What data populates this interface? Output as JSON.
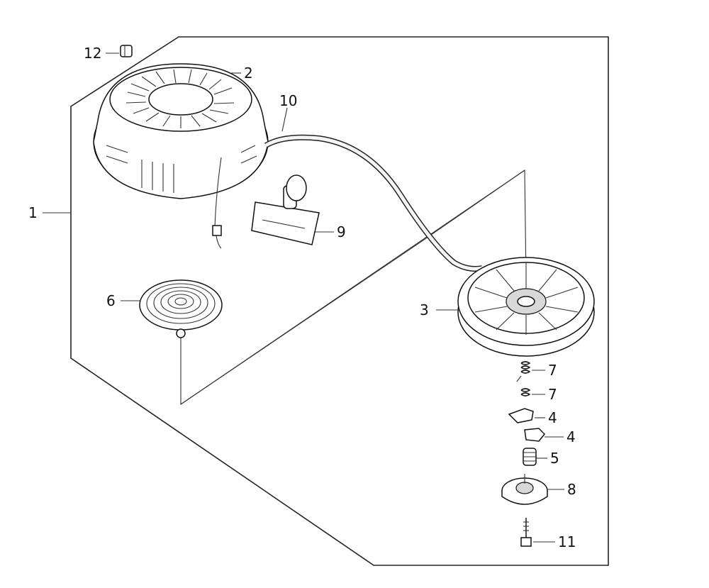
{
  "diagram": {
    "callouts": [
      {
        "id": "c1",
        "label": "1"
      },
      {
        "id": "c2",
        "label": "2"
      },
      {
        "id": "c3",
        "label": "3"
      },
      {
        "id": "c4a",
        "label": "4"
      },
      {
        "id": "c4b",
        "label": "4"
      },
      {
        "id": "c5",
        "label": "5"
      },
      {
        "id": "c6",
        "label": "6"
      },
      {
        "id": "c7a",
        "label": "7"
      },
      {
        "id": "c7b",
        "label": "7"
      },
      {
        "id": "c8",
        "label": "8"
      },
      {
        "id": "c9",
        "label": "9"
      },
      {
        "id": "c10",
        "label": "10"
      },
      {
        "id": "c11",
        "label": "11"
      },
      {
        "id": "c12",
        "label": "12"
      }
    ]
  }
}
